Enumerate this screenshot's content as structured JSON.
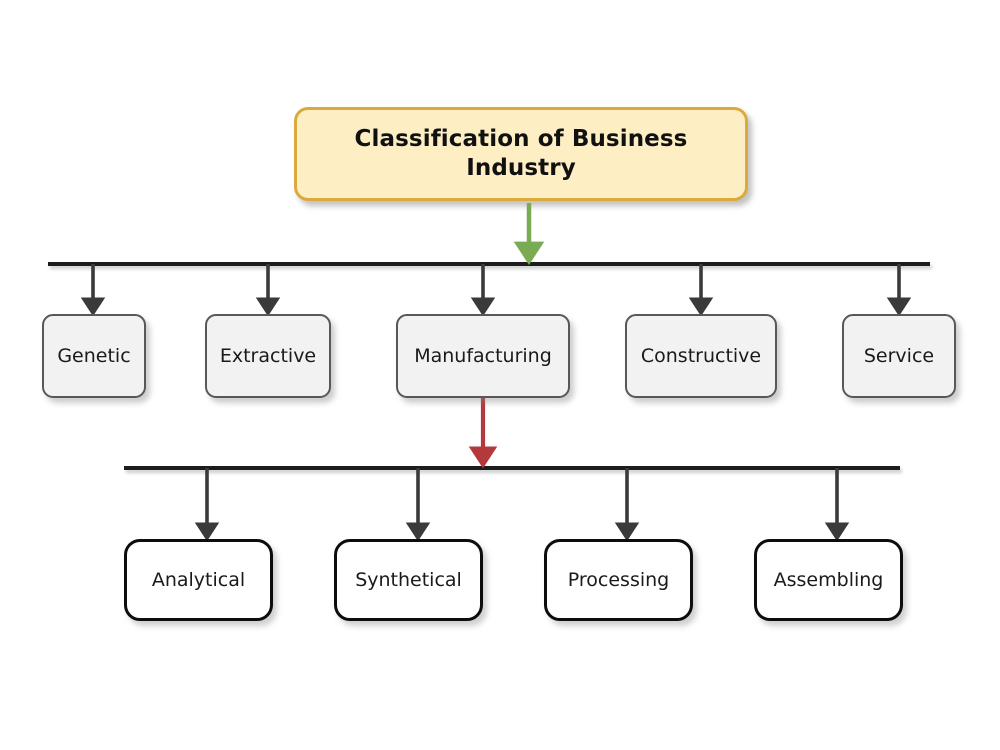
{
  "diagram": {
    "title": "Classification of Business Industry",
    "background_color": "#ffffff",
    "root": {
      "label": "Classification of Business Industry",
      "fill_color": "#fdeec4",
      "border_color": "#d9ab3f",
      "text_color": "#111111"
    },
    "level1": {
      "fill_color": "#f2f2f2",
      "border_color": "#585858",
      "connector_color": "#1c1c1c",
      "items": [
        {
          "label": "Genetic"
        },
        {
          "label": "Extractive"
        },
        {
          "label": "Manufacturing"
        },
        {
          "label": "Constructive"
        },
        {
          "label": "Service"
        }
      ]
    },
    "level2": {
      "parent": "Manufacturing",
      "fill_color": "#ffffff",
      "border_color": "#0d0d0d",
      "connector_color": "#1c1c1c",
      "items": [
        {
          "label": "Analytical"
        },
        {
          "label": "Synthetical"
        },
        {
          "label": "Processing"
        },
        {
          "label": "Assembling"
        }
      ]
    },
    "arrows": {
      "root_to_level1": {
        "color": "#7aab52",
        "name": "green-arrow"
      },
      "manufacturing_to_level2": {
        "color": "#b4393c",
        "name": "red-arrow"
      },
      "branch": {
        "color": "#3a3a3a",
        "name": "gray-arrow"
      }
    }
  }
}
